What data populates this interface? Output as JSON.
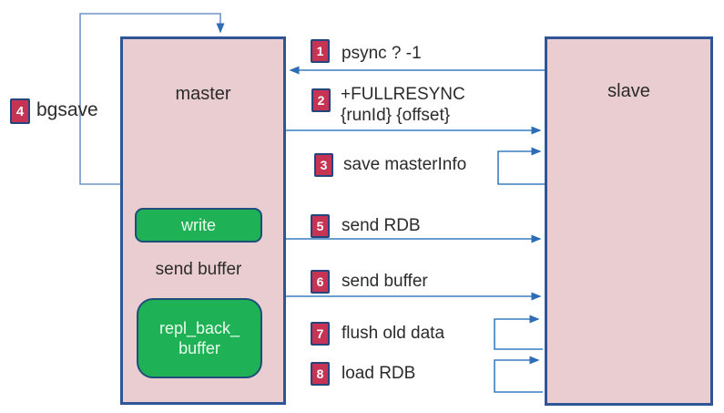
{
  "diagram": {
    "title_hint": "redis master-slave full resync flow",
    "master": {
      "label": "master",
      "write_label": "write",
      "send_buffer_caption": "send buffer",
      "repl_buffer_label": "repl_back_\nbuffer"
    },
    "slave": {
      "label": "slave"
    },
    "steps": [
      {
        "num": "1",
        "label": "psync ? -1"
      },
      {
        "num": "2",
        "label": "+FULLRESYNC\n{runId} {offset}"
      },
      {
        "num": "3",
        "label": "save masterInfo"
      },
      {
        "num": "4",
        "label": "bgsave"
      },
      {
        "num": "5",
        "label": "send RDB"
      },
      {
        "num": "6",
        "label": "send buffer"
      },
      {
        "num": "7",
        "label": "flush old data"
      },
      {
        "num": "8",
        "label": "load RDB"
      }
    ],
    "arrows": [
      {
        "name": "psync-request",
        "from": "slave",
        "to": "master",
        "step": "1"
      },
      {
        "name": "fullresync-reply",
        "from": "master",
        "to": "slave",
        "step": "2"
      },
      {
        "name": "save-masterinfo-selfloop",
        "from": "slave",
        "to": "slave",
        "step": "3"
      },
      {
        "name": "bgsave-selfloop",
        "from": "master",
        "to": "master",
        "step": "4"
      },
      {
        "name": "send-rdb",
        "from": "master",
        "to": "slave",
        "step": "5"
      },
      {
        "name": "send-buffer",
        "from": "master",
        "to": "slave",
        "step": "6"
      },
      {
        "name": "flush-old-data-selfloop",
        "from": "slave",
        "to": "slave",
        "step": "7"
      },
      {
        "name": "load-rdb-selfloop",
        "from": "slave",
        "to": "slave",
        "step": "8"
      },
      {
        "name": "write-to-repl-buffer",
        "from": "write",
        "to": "repl_back_buffer",
        "caption": "send buffer"
      }
    ],
    "colors": {
      "node_fill": "#e9cdd1",
      "node_border": "#2f5597",
      "green_fill": "#1fb156",
      "badge_fill": "#c73352",
      "badge_border": "#24457e",
      "arrow_blue": "#3a7fc1",
      "text": "#2b2b2b",
      "background": "#ffffff"
    }
  }
}
